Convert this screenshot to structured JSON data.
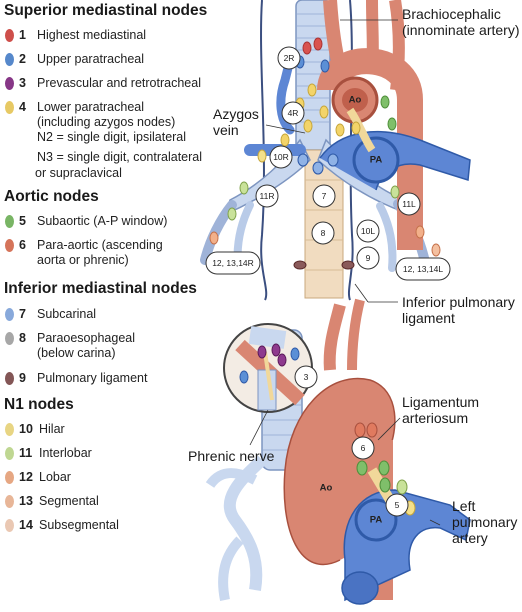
{
  "legend": {
    "superior_title": "Superior mediastinal nodes",
    "superior_items": [
      {
        "num": "1",
        "label": "Highest mediastinal",
        "color": "#d9534f"
      },
      {
        "num": "2",
        "label": "Upper paratracheal",
        "color": "#5b8fd6"
      },
      {
        "num": "3",
        "label": "Prevascular and retrotracheal",
        "color": "#8e3a8e"
      },
      {
        "num": "4",
        "label": "Lower paratracheal\n(including azygos nodes)",
        "color": "#f3d469"
      }
    ],
    "n2_line1": "N2 = single digit, ipsilateral",
    "n3_line1": "N3 = single digit, contralateral",
    "n3_line2": "or supraclavical",
    "aortic_title": "Aortic nodes",
    "aortic_items": [
      {
        "num": "5",
        "label": "Subaortic (A-P window)",
        "color": "#7fbf6a"
      },
      {
        "num": "6",
        "label": "Para-aortic (ascending\naorta or phrenic)",
        "color": "#e07a5f"
      }
    ],
    "inferior_title": "Inferior mediastinal nodes",
    "inferior_items": [
      {
        "num": "7",
        "label": "Subcarinal",
        "color": "#8fb2e6"
      },
      {
        "num": "8",
        "label": "Paraoesophageal\n(below carina)",
        "color": "#b0b0b0"
      },
      {
        "num": "9",
        "label": "Pulmonary ligament",
        "color": "#8a5a5a"
      }
    ],
    "n1_title": "N1 nodes",
    "n1_items": [
      {
        "num": "10",
        "label": "Hilar",
        "color": "#f4e08a"
      },
      {
        "num": "11",
        "label": "Interlobar",
        "color": "#c9e29a"
      },
      {
        "num": "12",
        "label": "Lobar",
        "color": "#f2b08a"
      },
      {
        "num": "13",
        "label": "Segmental",
        "color": "#f4c0a0"
      },
      {
        "num": "14",
        "label": "Subsegmental",
        "color": "#f6d2bc"
      }
    ]
  },
  "callouts": {
    "brachiocephalic": "Brachiocephalic\n(innominate artery)",
    "azygos": "Azygos\nvein",
    "inferior_ligament": "Inferior pulmonary\nligament",
    "ligamentum": "Ligamentum\narteriosum",
    "phrenic": "Phrenic nerve",
    "left_pa": "Left\npulmonary\nartery"
  },
  "node_labels": {
    "n2r": "2R",
    "n4r": "4R",
    "n10r": "10R",
    "n11r": "11R",
    "n7": "7",
    "n8": "8",
    "n10l": "10L",
    "n11l": "11L",
    "n9": "9",
    "n12r": "12, 13,14R",
    "n12l": "12, 13,14L",
    "n3": "3",
    "n6": "6",
    "n5": "5"
  },
  "vessel_labels": {
    "ao_top": "Ao",
    "pa_top": "PA",
    "ao_bottom": "Ao",
    "pa_bottom": "PA"
  },
  "colors": {
    "aorta": "#d98672",
    "aorta_dark": "#a8503e",
    "pa": "#5d86d4",
    "pa_dark": "#2f5aa8",
    "airway": "#c9d8ef",
    "airway_line": "#7d95c0",
    "esophagus": "#f1dcc0",
    "pleura": "#3b4f80"
  }
}
